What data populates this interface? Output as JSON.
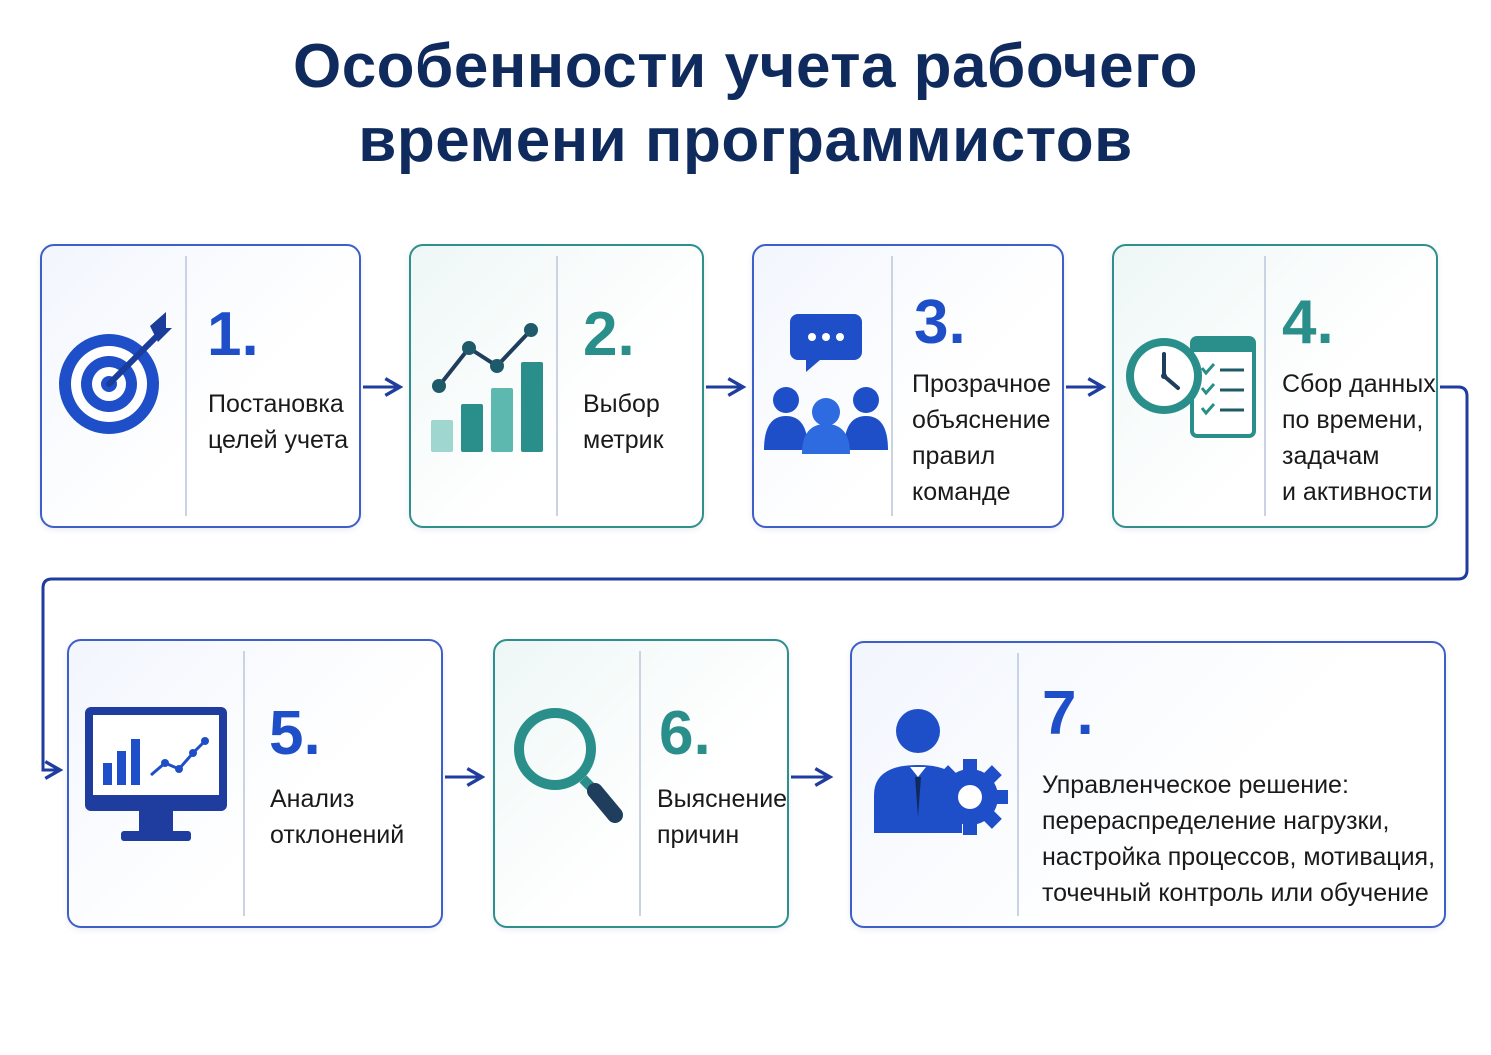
{
  "title": "Особенности учета рабочего\nвремени программистов",
  "colors": {
    "title": "#0f2a5c",
    "blue": "#1f4fc8",
    "teal": "#2a8f8b",
    "connector": "#1f3d9e"
  },
  "steps": [
    {
      "number": "1.",
      "text": "Постановка\nцелей учета",
      "icon": "target-icon"
    },
    {
      "number": "2.",
      "text": "Выбор\nметрик",
      "icon": "growth-chart-icon"
    },
    {
      "number": "3.",
      "text": "Прозрачное\nобъяснение\nправил\nкоманде",
      "icon": "team-chat-icon"
    },
    {
      "number": "4.",
      "text": "Сбор данных\nпо времени,\nзадачам\nи активности",
      "icon": "clock-checklist-icon"
    },
    {
      "number": "5.",
      "text": "Анализ\nотклонений",
      "icon": "monitor-chart-icon"
    },
    {
      "number": "6.",
      "text": "Выяснение\nпричин",
      "icon": "magnifier-icon"
    },
    {
      "number": "7.",
      "text": "Управленческое решение:\nперераспределение нагрузки,\nнастройка процессов, мотивация,\nточечный контроль или обучение",
      "icon": "manager-gear-icon"
    }
  ]
}
